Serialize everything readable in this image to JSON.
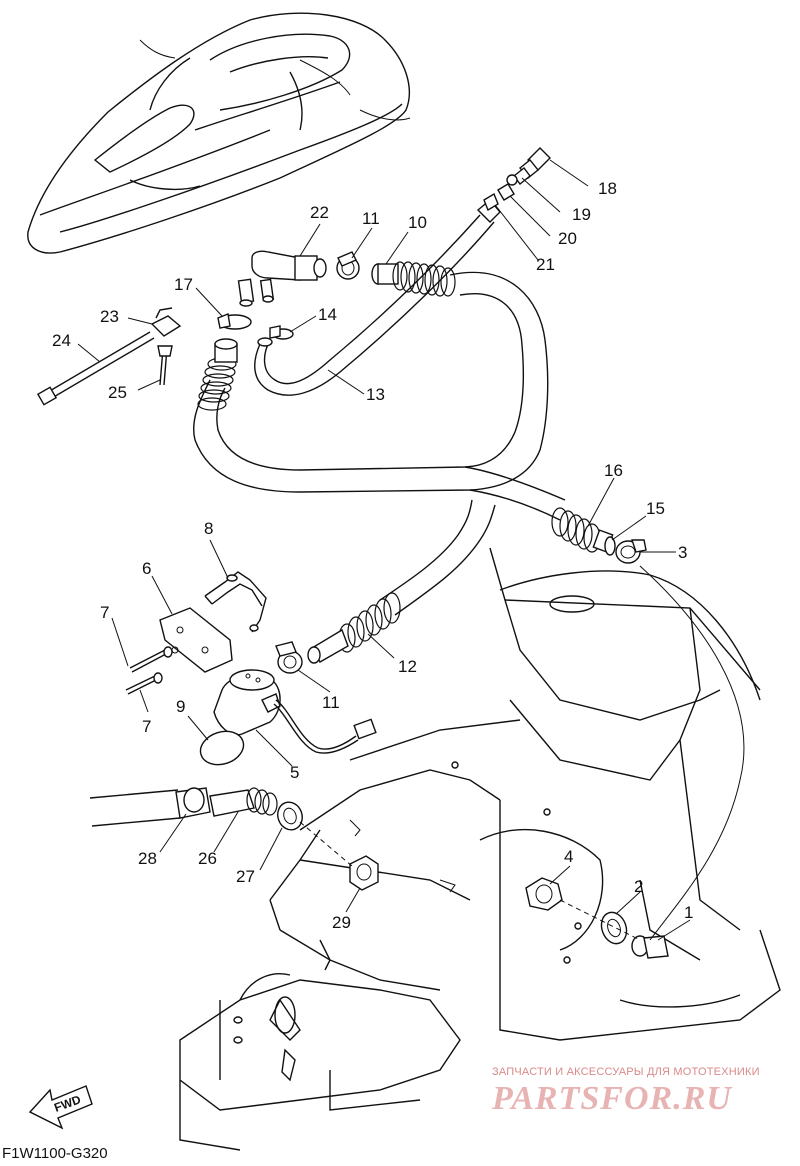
{
  "diagram": {
    "code": "F1W1100-G320",
    "fwd_label": "FWD",
    "callouts": {
      "c1": "1",
      "c2": "2",
      "c3": "3",
      "c4": "4",
      "c5": "5",
      "c6": "6",
      "c7a": "7",
      "c7b": "7",
      "c8": "8",
      "c9": "9",
      "c10": "10",
      "c11a": "11",
      "c11b": "11",
      "c12": "12",
      "c13": "13",
      "c14": "14",
      "c15": "15",
      "c16": "16",
      "c17": "17",
      "c18": "18",
      "c19": "19",
      "c20": "20",
      "c21": "21",
      "c22": "22",
      "c23": "23",
      "c24": "24",
      "c25": "25",
      "c26": "26",
      "c27": "27",
      "c28": "28",
      "c29": "29"
    }
  },
  "watermark": {
    "tagline": "ЗАПЧАСТИ И АКСЕССУАРЫ ДЛЯ МОТОТЕХНИКИ",
    "logo": "PARTSFOR.RU"
  }
}
